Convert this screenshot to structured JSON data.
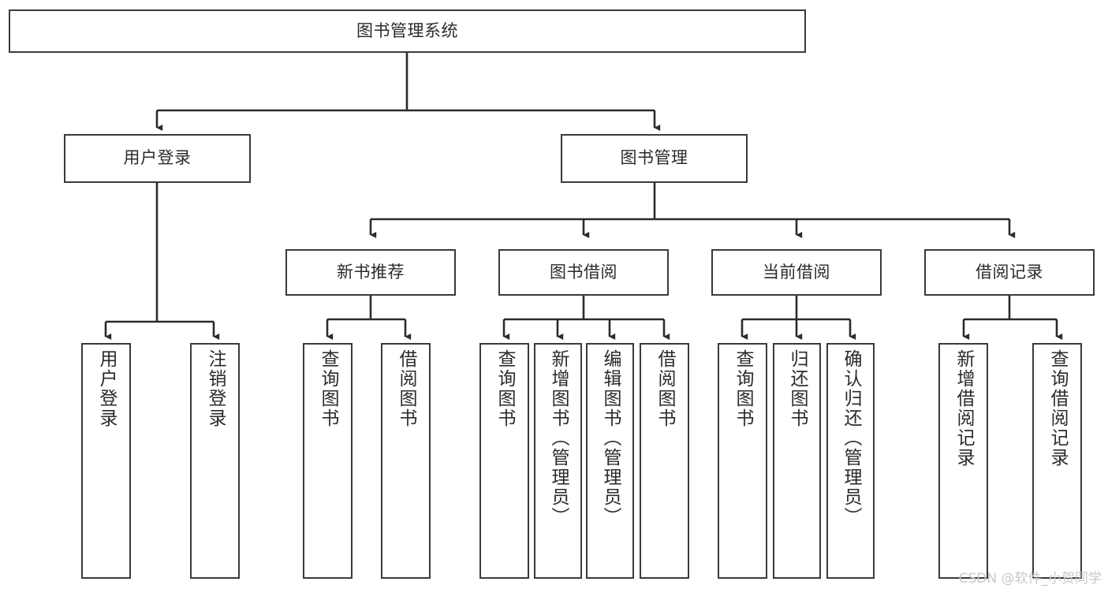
{
  "diagram": {
    "title": "图书管理系统",
    "type": "tree-hierarchy-chart",
    "watermark": "CSDN @软件_小贺同学",
    "colors": {
      "box_border": "#3a3a3a",
      "box_fill": "#ffffff",
      "edge": "#2b2b2b",
      "text": "#2b2b2b",
      "watermark": "#c8c8c8",
      "background": "#ffffff"
    },
    "nodes": {
      "root": {
        "label": "图书管理系统"
      },
      "level2": [
        {
          "label": "用户登录"
        },
        {
          "label": "图书管理"
        }
      ],
      "level3": [
        {
          "label": "新书推荐"
        },
        {
          "label": "图书借阅"
        },
        {
          "label": "当前借阅"
        },
        {
          "label": "借阅记录"
        }
      ],
      "leaves_user_login": [
        {
          "label": "用户登录"
        },
        {
          "label": "注销登录"
        }
      ],
      "leaves_new_book": [
        {
          "label": "查询图书"
        },
        {
          "label": "借阅图书"
        }
      ],
      "leaves_borrow": [
        {
          "label": "查询图书"
        },
        {
          "label": "新增图书（管理员）"
        },
        {
          "label": "编辑图书（管理员）"
        },
        {
          "label": "借阅图书"
        }
      ],
      "leaves_current": [
        {
          "label": "查询图书"
        },
        {
          "label": "归还图书"
        },
        {
          "label": "确认归还（管理员）"
        }
      ],
      "leaves_records": [
        {
          "label": "新增借阅记录"
        },
        {
          "label": "查询借阅记录"
        }
      ]
    }
  }
}
